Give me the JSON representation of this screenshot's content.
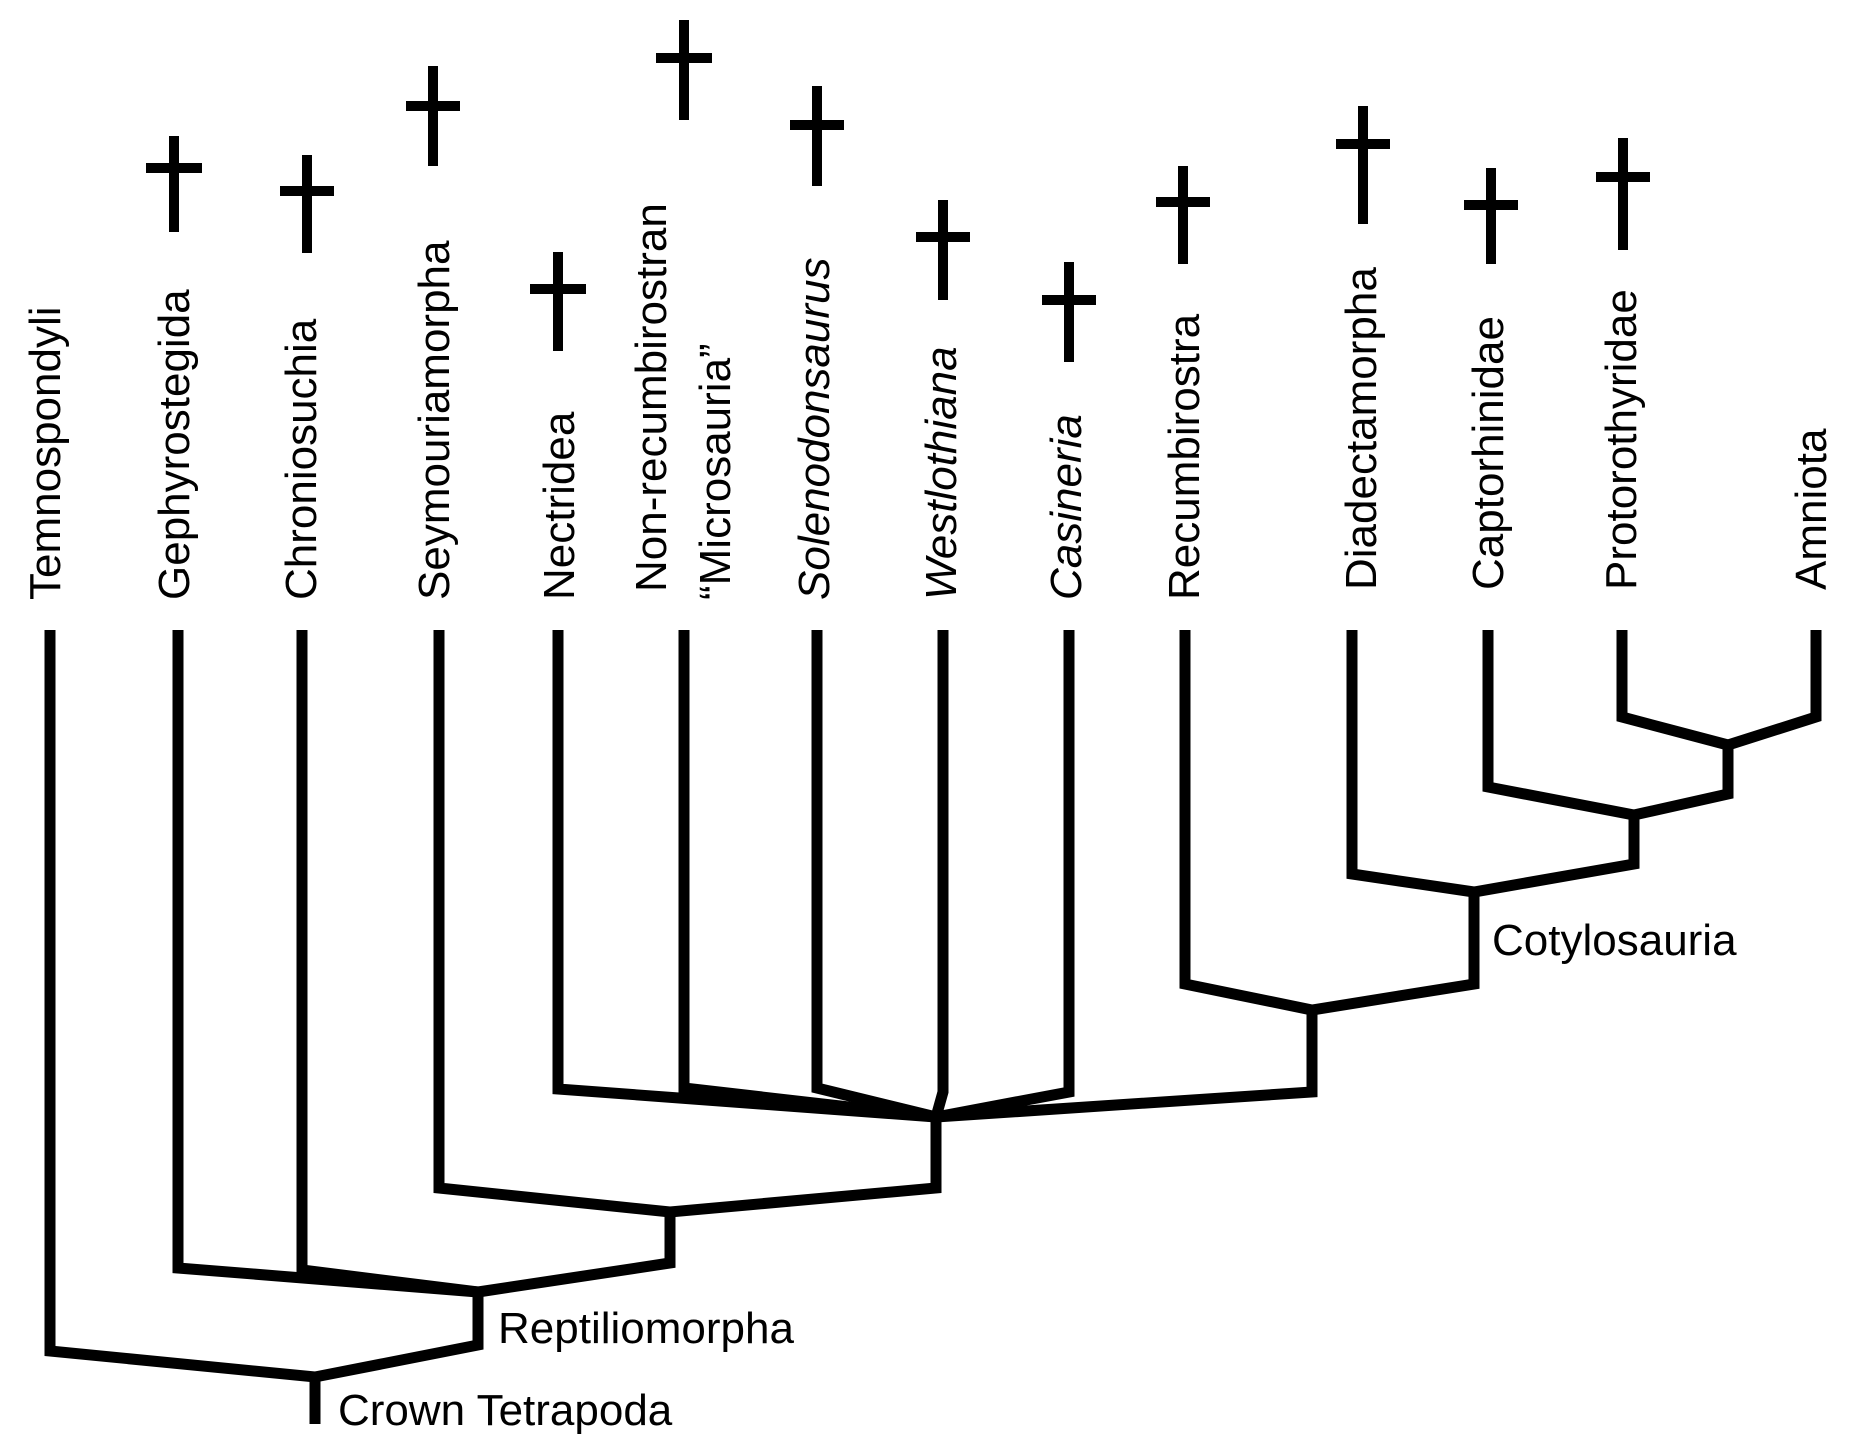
{
  "taxa": [
    {
      "id": "temnospondyli",
      "label": "Temnospondyli",
      "italic": false,
      "extinct": false
    },
    {
      "id": "gephyrostegida",
      "label": "Gephyrostegida",
      "italic": false,
      "extinct": true
    },
    {
      "id": "chroniosuchia",
      "label": "Chroniosuchia",
      "italic": false,
      "extinct": true
    },
    {
      "id": "seymouriamorpha",
      "label": "Seymouriamorpha",
      "italic": false,
      "extinct": true
    },
    {
      "id": "nectridea",
      "label": "Nectridea",
      "italic": false,
      "extinct": true
    },
    {
      "id": "non-recumbirostran-microsauria",
      "label": "Non-recumbirostran",
      "label_line2": "“Microsauria”",
      "italic": false,
      "extinct": true
    },
    {
      "id": "solenodonsaurus",
      "label": "Solenodonsaurus",
      "italic": true,
      "extinct": true
    },
    {
      "id": "westlothiana",
      "label": "Westlothiana",
      "italic": true,
      "extinct": true
    },
    {
      "id": "casineria",
      "label": "Casineria",
      "italic": true,
      "extinct": true
    },
    {
      "id": "recumbirostra",
      "label": "Recumbirostra",
      "italic": false,
      "extinct": true
    },
    {
      "id": "diadectamorpha",
      "label": "Diadectamorpha",
      "italic": false,
      "extinct": true
    },
    {
      "id": "captorhinidae",
      "label": "Captorhinidae",
      "italic": false,
      "extinct": true
    },
    {
      "id": "protorothyridae",
      "label": "Protorothyridae",
      "italic": false,
      "extinct": true
    },
    {
      "id": "amniota",
      "label": "Amniota",
      "italic": false,
      "extinct": false
    }
  ],
  "clades": {
    "crown_tetrapoda": "Crown Tetrapoda",
    "reptiliomorpha": "Reptiliomorpha",
    "cotylosauria": "Cotylosauria"
  },
  "extinction_marker": "dagger",
  "colors": {
    "line": "#000000",
    "background": "#ffffff"
  }
}
